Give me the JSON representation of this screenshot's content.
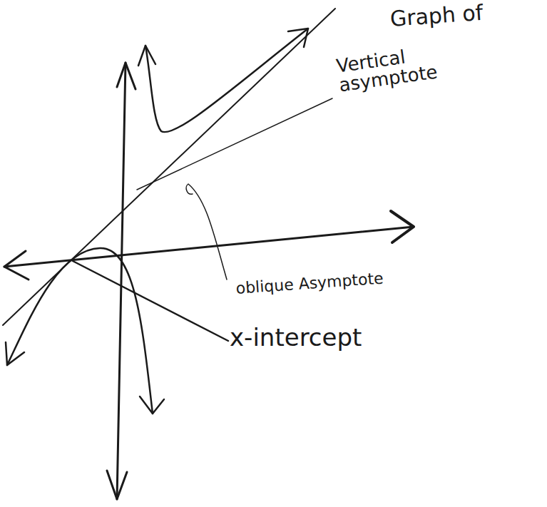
{
  "diagram": {
    "labels": [
      "Graph of",
      "Vertical asymptote",
      "oblique Asymptote",
      "x-intercept"
    ]
  }
}
